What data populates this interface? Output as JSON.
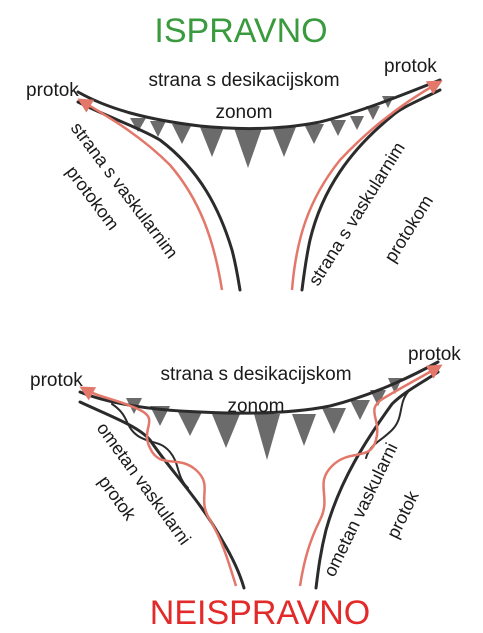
{
  "top": {
    "title": "ISPRAVNO",
    "title_color": "#3a9a3e",
    "flow_left": "protok",
    "flow_right": "protok",
    "desiccation_line1": "strana s desikacijskom",
    "desiccation_line2": "zonom",
    "left_side_line1": "strana s vaskularnim",
    "left_side_line2": "protokom",
    "right_side_line1": "strana s vaskularnim",
    "right_side_line2": "protokom"
  },
  "bottom": {
    "title": "NEISPRAVNO",
    "title_color": "#e32a2a",
    "flow_left": "protok",
    "flow_right": "protok",
    "desiccation_line1": "strana s desikacijskom",
    "desiccation_line2": "zonom",
    "left_side_line1": "ometan vaskularni",
    "left_side_line2": "protok",
    "right_side_line1": "ometan vaskularni",
    "right_side_line2": "protok"
  },
  "colors": {
    "flow_line": "#e2776a",
    "wall": "#2b2b2b",
    "tooth": "#6b6b6b"
  }
}
